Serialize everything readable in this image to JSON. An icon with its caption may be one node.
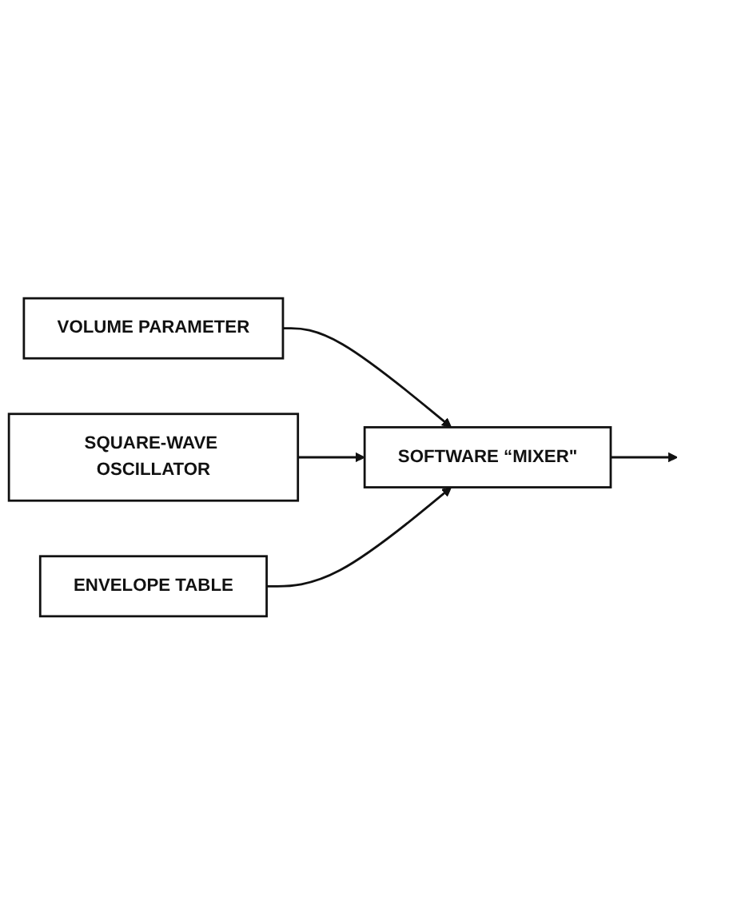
{
  "diagram": {
    "nodes": [
      {
        "text": [
          "VOLUME PARAMETER"
        ]
      },
      {
        "text": [
          "SQUARE-WAVE OSCILLATOR"
        ]
      },
      {
        "text": [
          "SOFTWARE “MIXER\""
        ]
      },
      {
        "text": [
          "ENVELOPE TABLE"
        ]
      }
    ],
    "edges": [
      {
        "from": 0,
        "to": 2,
        "arrow": "to"
      },
      {
        "from": 1,
        "to": 2,
        "arrow": "to"
      },
      {
        "from": 3,
        "to": 2,
        "arrow": "to"
      },
      {
        "from": 2,
        "to": null,
        "arrow": "to"
      }
    ]
  }
}
